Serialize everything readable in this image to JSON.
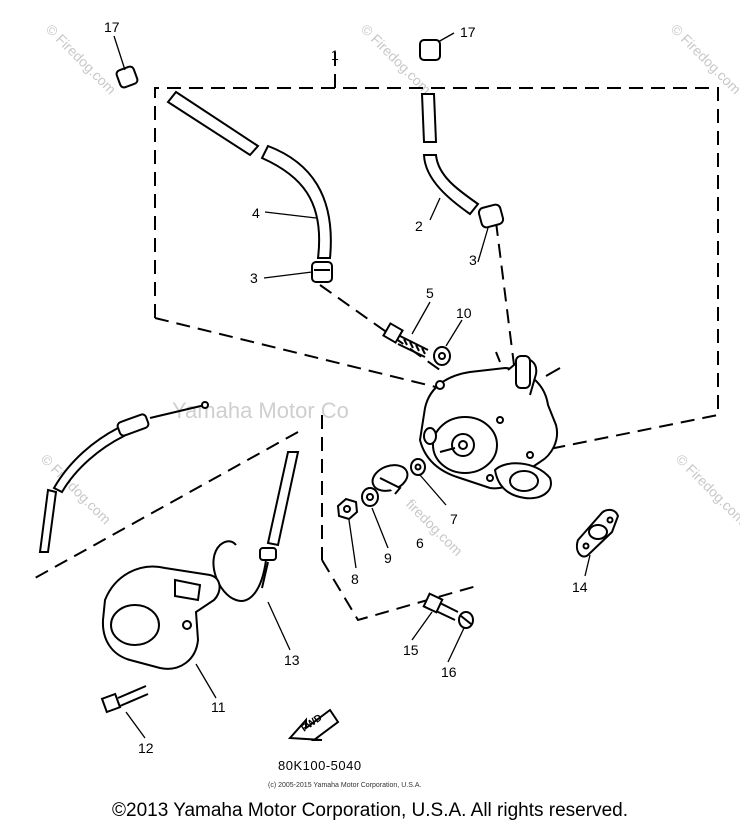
{
  "watermarks": {
    "firedog": "© Firedog.com",
    "firedog_short": "firedog.com",
    "yamaha": "Yamaha Motor Co"
  },
  "callouts": {
    "p1": "1",
    "p2": "2",
    "p3a": "3",
    "p3b": "3",
    "p4": "4",
    "p5": "5",
    "p7": "7",
    "p8": "8",
    "p9": "9",
    "p10": "10",
    "p11": "11",
    "p12": "12",
    "p13": "13",
    "p14": "14",
    "p15": "15",
    "p16": "16",
    "p17a": "17",
    "p17b": "17"
  },
  "fwd_label": "FWD",
  "part_code": "80K100-5040",
  "small_copyright": "(c) 2005-2015 Yamaha Motor Corporation, U.S.A.",
  "footer": "©2013 Yamaha Motor Corporation, U.S.A. All rights reserved.",
  "colors": {
    "line": "#000000",
    "watermark": "#c8c8c8",
    "background": "#ffffff"
  }
}
